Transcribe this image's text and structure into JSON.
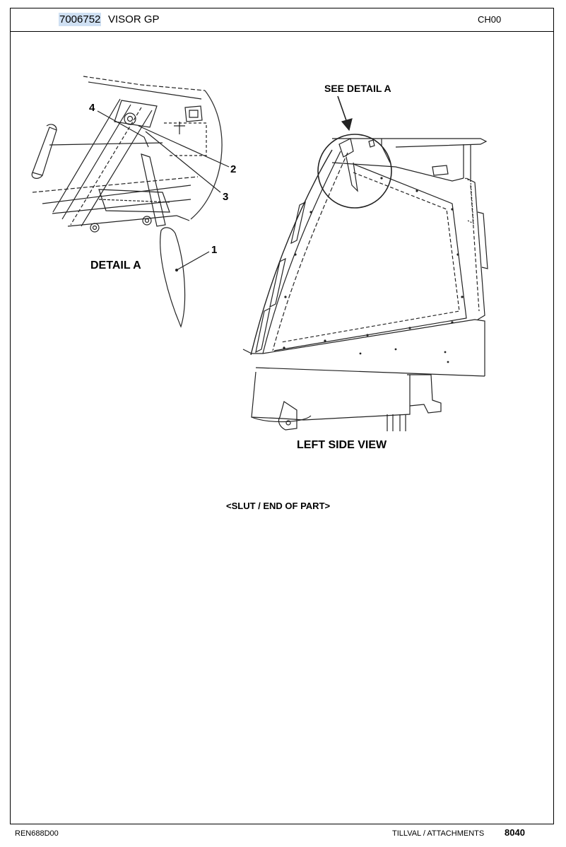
{
  "header": {
    "part_number": "7006752",
    "part_name": "VISOR GP",
    "chapter": "CH00"
  },
  "detail": {
    "label": "DETAIL A",
    "callouts": [
      "1",
      "2",
      "3",
      "4"
    ]
  },
  "main_view": {
    "see_detail_label": "SEE DETAIL A",
    "view_label": "LEFT SIDE VIEW"
  },
  "end_note": "<SLUT / END OF PART>",
  "footer": {
    "doc_code": "REN688D00",
    "section": "TILLVAL / ATTACHMENTS",
    "page": "8040"
  }
}
